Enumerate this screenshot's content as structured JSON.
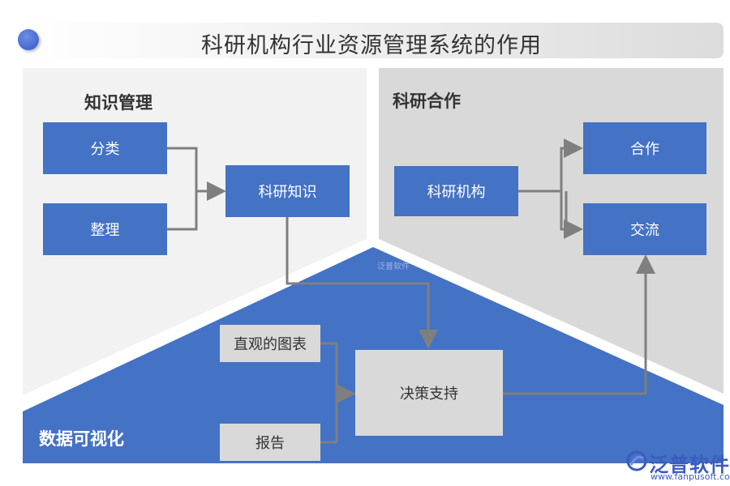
{
  "title": "科研机构行业资源管理系统的作用",
  "sections": {
    "knowledge": "知识管理",
    "cooperation": "科研合作",
    "visualization": "数据可视化"
  },
  "boxes": {
    "classify": "分类",
    "organize": "整理",
    "research_knowledge": "科研知识",
    "institution": "科研机构",
    "cooperate": "合作",
    "exchange": "交流",
    "charts": "直观的图表",
    "report": "报告",
    "decision": "决策支持"
  },
  "watermark": "泛普软件",
  "logo": {
    "name": "泛普软件",
    "url": "www.fanpusoft.com"
  },
  "colors": {
    "accent_blue": "#4472c4",
    "panel_light": "#f2f2f2",
    "panel_dark": "#d9d9d9",
    "connector": "#7f7f7f"
  }
}
